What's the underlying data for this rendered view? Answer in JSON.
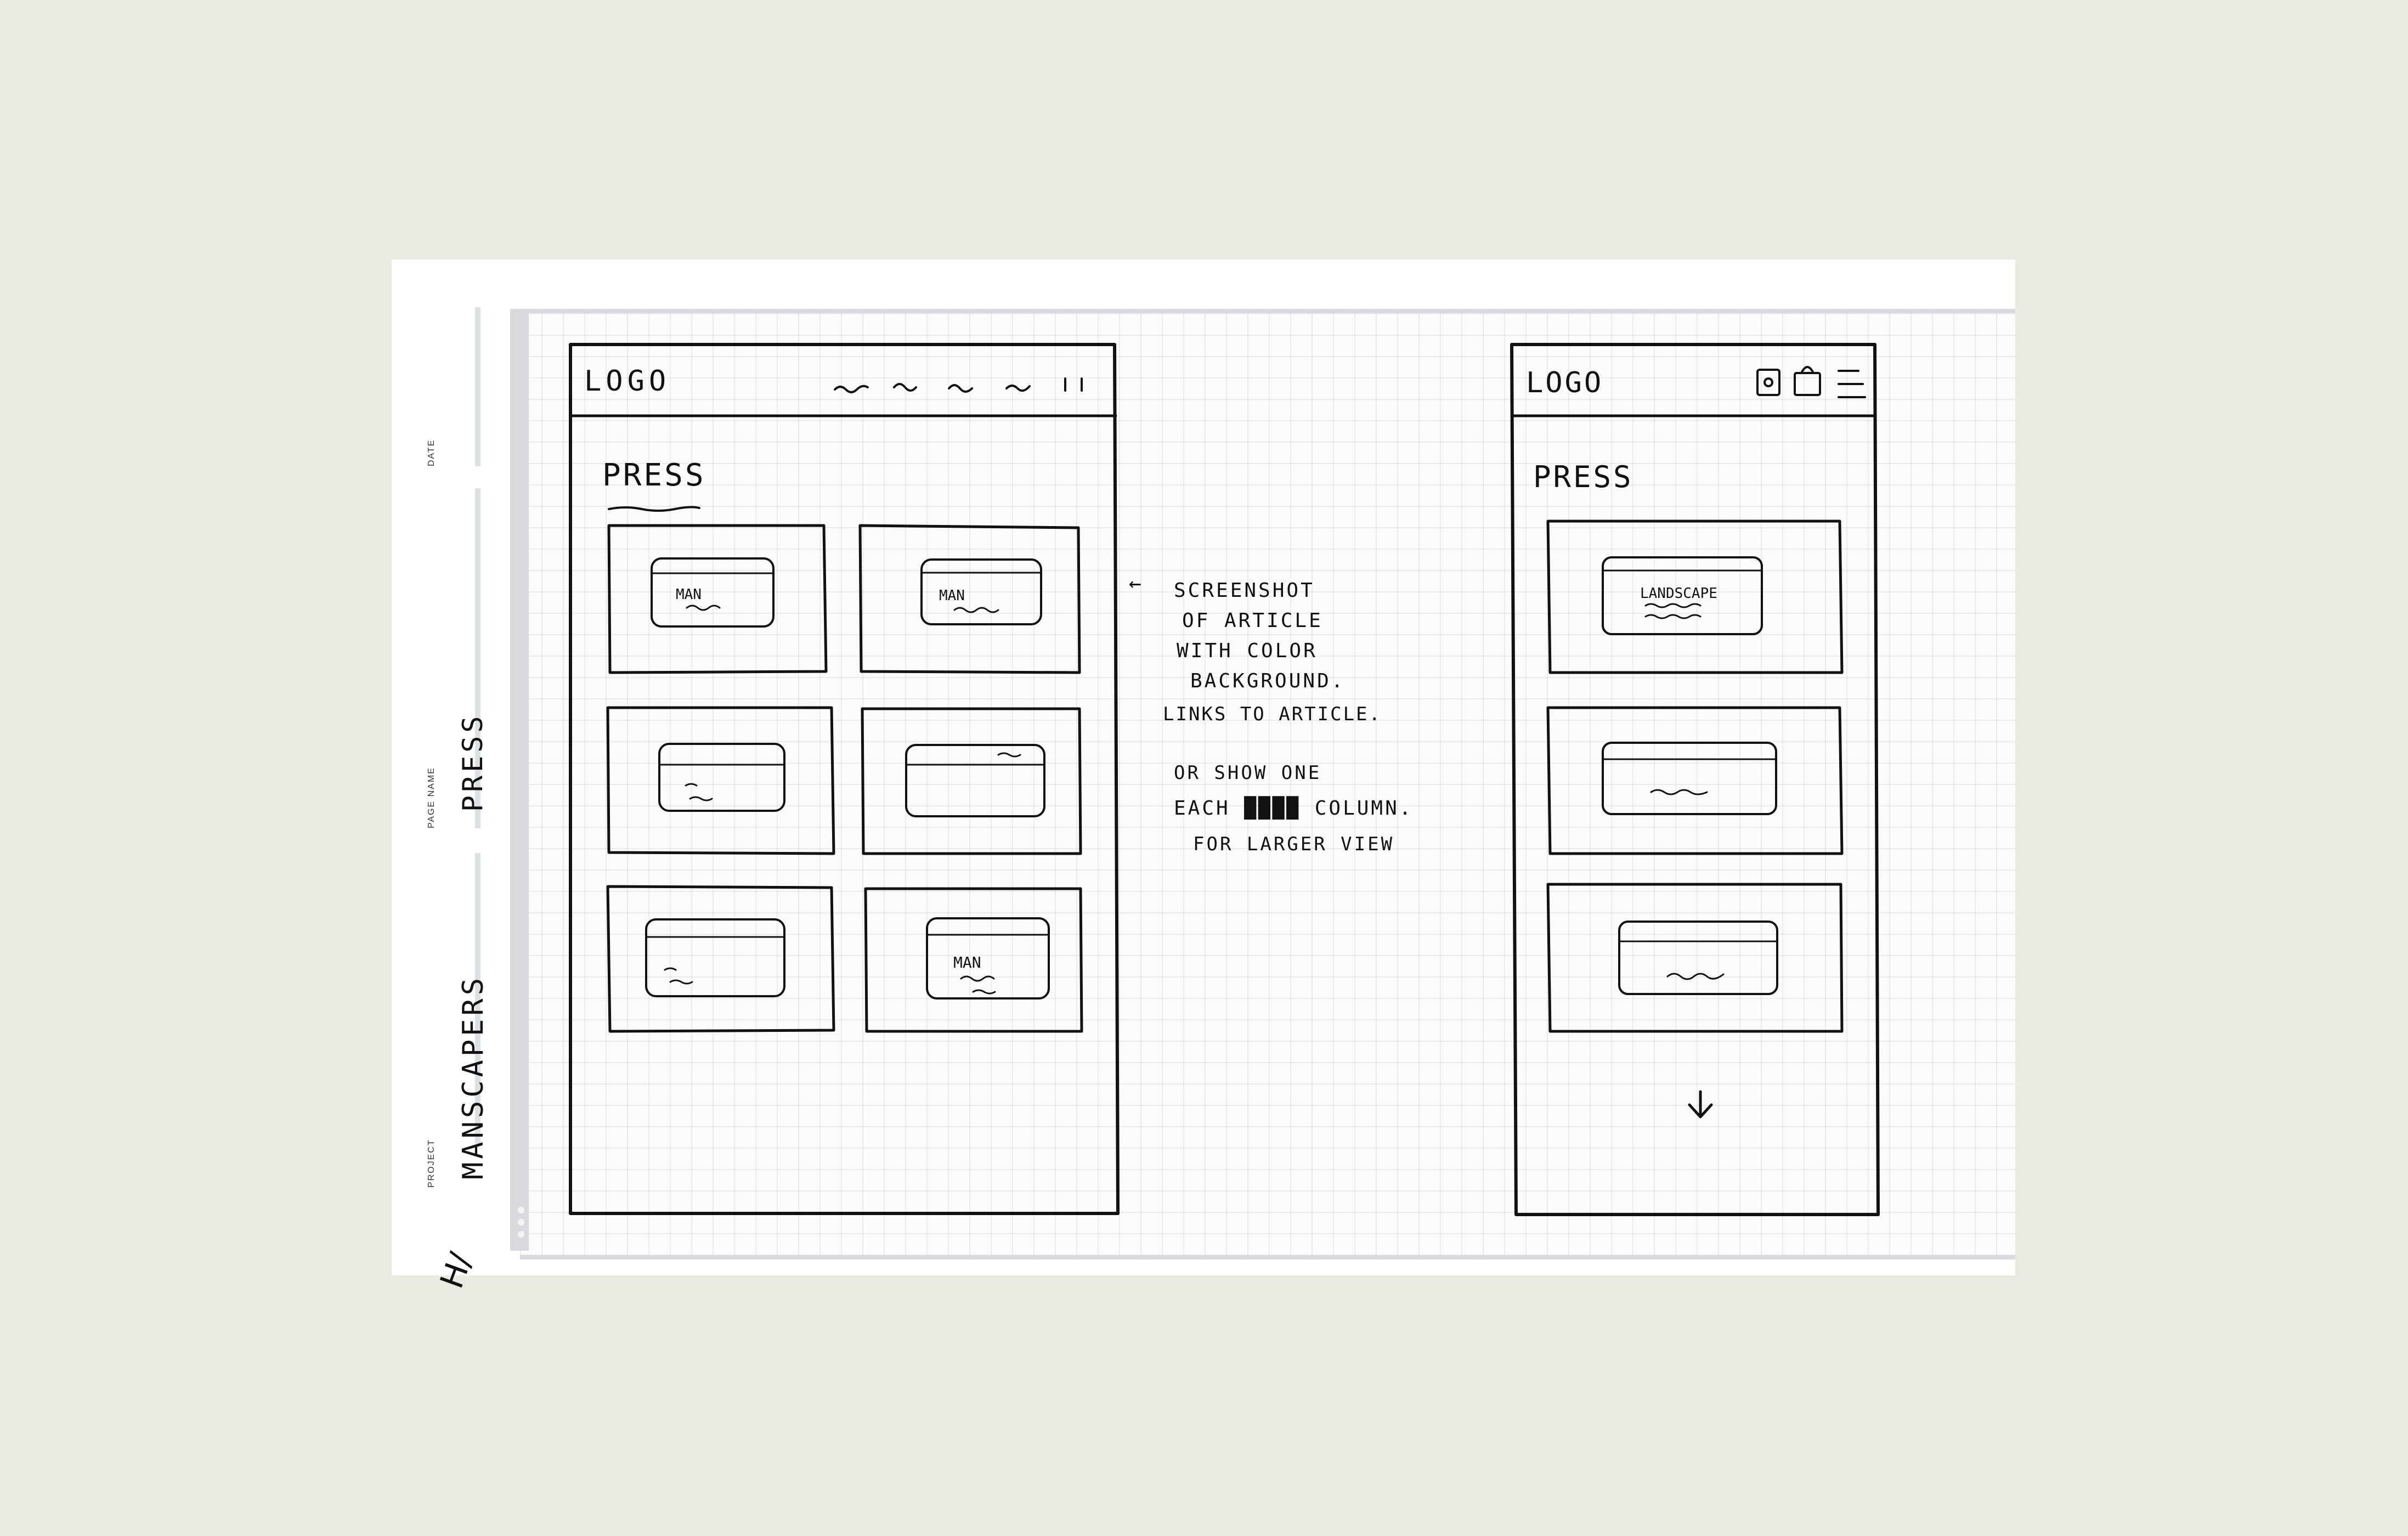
{
  "meta_labels": {
    "date": "DATE",
    "page_name": "PAGE NAME",
    "project": "PROJECT"
  },
  "page_name_value": "PRESS",
  "project_value": "MANSCAPERS",
  "brand_mark": "H/",
  "desktop": {
    "logo": "LOGO",
    "title": "PRESS",
    "card_labels": [
      "MAN",
      "MAN",
      "",
      "",
      "",
      "MAN"
    ]
  },
  "mobile": {
    "logo": "LOGO",
    "title": "PRESS",
    "card_labels": [
      "LANDSCAPE",
      "",
      ""
    ]
  },
  "annotation": {
    "arrow": "←",
    "lines": [
      "SCREENSHOT",
      "OF ARTICLE",
      "WITH COLOR",
      "BACKGROUND.",
      "LINKS TO ARTICLE.",
      "OR SHOW ONE",
      "EACH ████ COLUMN.",
      "FOR LARGER VIEW"
    ]
  },
  "icons": [
    "user-icon",
    "bag-icon",
    "menu-icon",
    "arrow-down-icon"
  ]
}
